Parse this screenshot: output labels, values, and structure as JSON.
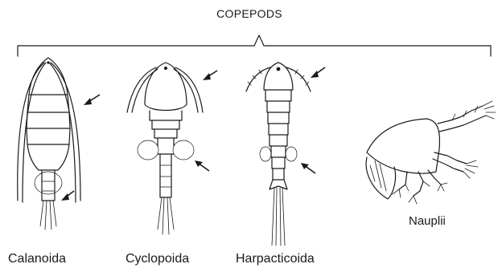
{
  "title": "COPEPODS",
  "labels": {
    "calanoida": "Calanoida",
    "cyclopoida": "Cyclopoida",
    "harpacticoida": "Harpacticoida",
    "nauplii": "Nauplii"
  },
  "colors": {
    "ink": "#1a1a1a",
    "background": "#ffffff"
  }
}
